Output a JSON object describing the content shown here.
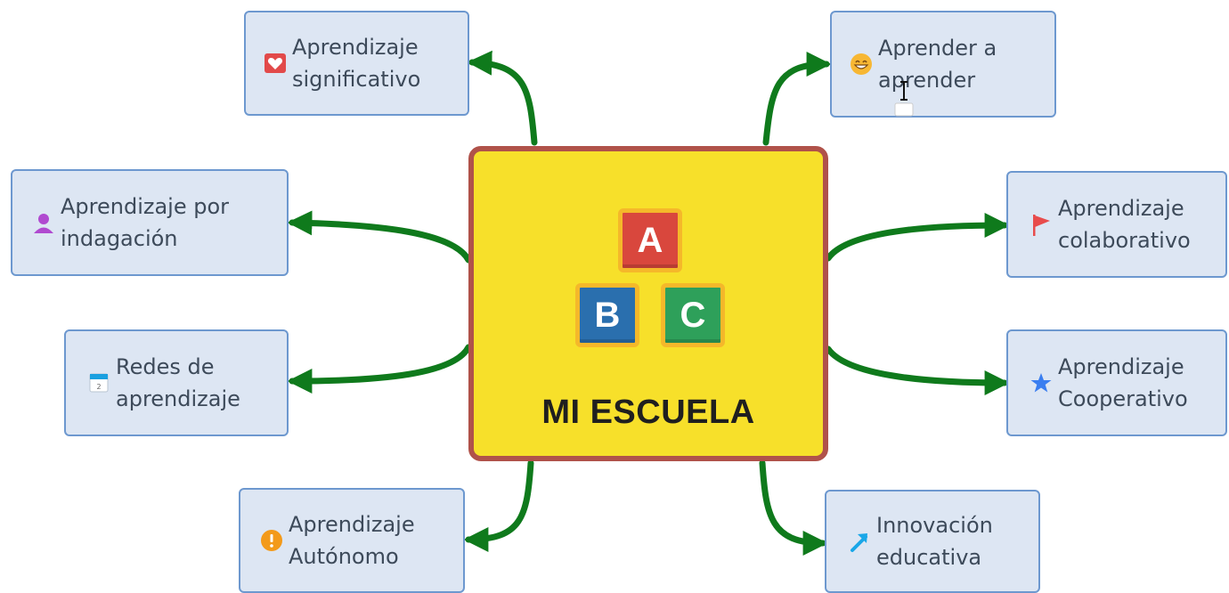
{
  "center": {
    "title": "MI ESCUELA",
    "blocks": [
      {
        "letter": "A",
        "color": "#d9473d"
      },
      {
        "letter": "B",
        "color": "#2a6fae"
      },
      {
        "letter": "C",
        "color": "#2ea05a"
      }
    ]
  },
  "nodes": [
    {
      "id": "significativo",
      "label": "Aprendizaje significativo",
      "icon": "heart-icon"
    },
    {
      "id": "aprender",
      "label": "Aprender a aprender",
      "icon": "grin-emoji-icon"
    },
    {
      "id": "indagacion",
      "label": "Aprendizaje por indagación",
      "icon": "user-icon"
    },
    {
      "id": "colaborativo",
      "label": "Aprendizaje colaborativo",
      "icon": "flag-icon"
    },
    {
      "id": "redes",
      "label": "Redes de aprendizaje",
      "icon": "calendar-icon"
    },
    {
      "id": "cooperativo",
      "label": "Aprendizaje Cooperativo",
      "icon": "star-icon"
    },
    {
      "id": "autonomo",
      "label": "Aprendizaje Autónomo",
      "icon": "exclamation-icon"
    },
    {
      "id": "innovacion",
      "label": "Innovación educativa",
      "icon": "arrow-up-right-icon"
    }
  ],
  "colors": {
    "connector": "#0f7a1c",
    "node_fill": "#dde6f3",
    "node_border": "#6d98cf",
    "center_fill": "#f7e02a",
    "center_border": "#b0524a"
  }
}
